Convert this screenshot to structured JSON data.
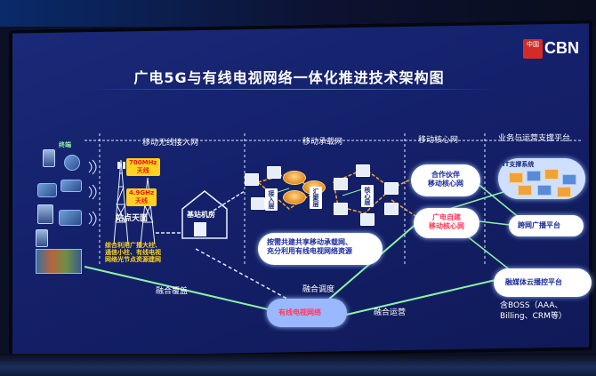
{
  "brand": {
    "logo_mark": "中国",
    "logo_text": "CBN"
  },
  "title": "广电5G与有线电视网络一体化推进技术架构图",
  "sections": {
    "terminal": "终端",
    "wireless": "移动无线接入网",
    "bearer": "移动承载网",
    "core": "移动核心网",
    "ops": "业务与运营支撑平台"
  },
  "wireless": {
    "band_700": "700MHz\n天线",
    "band_49": "4.9GHz\n天线",
    "site_label": "站点天面",
    "site_note": "综合利用广播大柱、\n通信小柱、有线电视\n网络光节点资源建网",
    "room_label": "基站机房"
  },
  "bearer": {
    "access": "接入层",
    "aggregation": "汇聚层",
    "core_layer": "核心层",
    "cloud_note": "按需共建共享移动承载网、\n充分利用有线电视网络资源"
  },
  "core": {
    "partner": "合作伙伴\n移动核心网",
    "own": "广电自建\n移动核心网"
  },
  "ops": {
    "it_label": "IT支撑系统",
    "cross_net": "跨网广播平台",
    "cloud_broadcast": "融媒体云播控平台",
    "boss_note": "含BOSS（AAA、\nBilling、CRM等）"
  },
  "cable": {
    "network": "有线电视网络"
  },
  "links": {
    "fusion_coverage": "融合覆盖",
    "fusion_scheduling": "融合调度",
    "fusion_operation": "融合运营"
  },
  "colors": {
    "accent_green": "#8bf3a6",
    "accent_orange": "#f5a623",
    "accent_red": "#ff3b3b",
    "dashed_white": "#dfe8ff",
    "background": "#14206a"
  }
}
